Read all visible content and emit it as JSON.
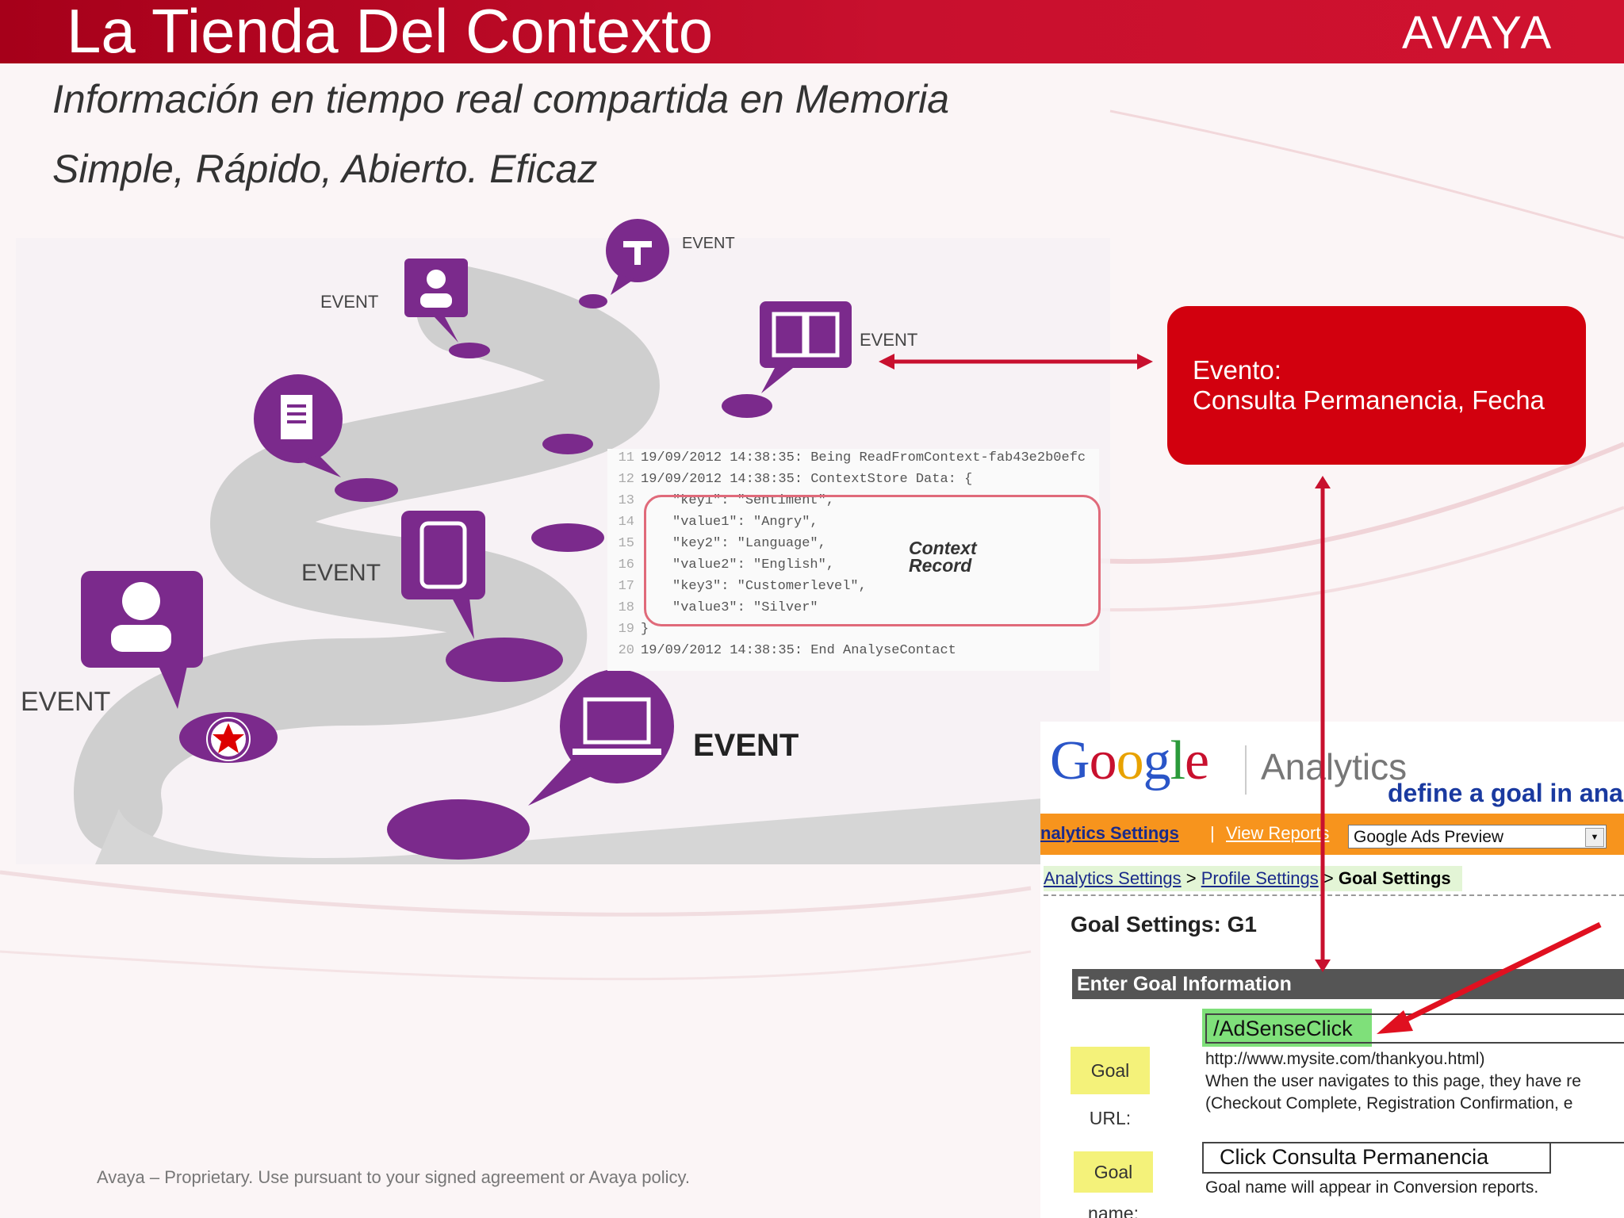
{
  "slide": {
    "title": "La Tienda Del Contexto",
    "logo": "AVAYA",
    "subtitle_1": "Información en tiempo real compartida en Memoria",
    "subtitle_2": "Simple, Rápido, Abierto. Eficaz",
    "footer": "Avaya – Proprietary. Use pursuant to your signed agreement or Avaya policy."
  },
  "journey": {
    "event_label": "EVENT",
    "icons": [
      "announcement-icon",
      "user-icon",
      "book-icon",
      "document-icon",
      "tablet-icon",
      "person-icon",
      "laptop-icon",
      "star-icon"
    ]
  },
  "log": {
    "lines": [
      {
        "no": "11",
        "text": "19/09/2012 14:38:35: Being ReadFromContext-fab43e2b0efc"
      },
      {
        "no": "12",
        "text": "19/09/2012 14:38:35: ContextStore Data: {"
      },
      {
        "no": "13",
        "text": "\"key1\": \"Sentiment\","
      },
      {
        "no": "14",
        "text": "\"value1\": \"Angry\","
      },
      {
        "no": "15",
        "text": "\"key2\": \"Language\","
      },
      {
        "no": "16",
        "text": "\"value2\": \"English\","
      },
      {
        "no": "17",
        "text": "\"key3\": \"Customerlevel\","
      },
      {
        "no": "18",
        "text": "\"value3\": \"Silver\""
      },
      {
        "no": "19",
        "text": "}"
      },
      {
        "no": "20",
        "text": "19/09/2012 14:38:35: End AnalyseContact"
      }
    ],
    "context_record_1": "Context",
    "context_record_2": "Record"
  },
  "callout": {
    "line1": "Evento:",
    "line2": "Consulta Permanencia, Fecha"
  },
  "analytics": {
    "google": "Google",
    "product": "Analytics",
    "define": "define a goal in ana",
    "nav_settings": "nalytics Settings",
    "nav_sep": "|",
    "nav_reports": "View Reports",
    "ads_preview": "Google Ads Preview",
    "crumb_1": "Analytics Settings",
    "crumb_2": "Profile Settings",
    "crumb_3": "Goal Settings",
    "crumb_sep": ">",
    "goal_settings": "Goal Settings: G1",
    "enter_goal": "Enter Goal Information",
    "goal_url_label": "Goal URL:",
    "goal_url_value": "/AdSenseClick",
    "url_example": "http://www.mysite.com/thankyou.html)",
    "url_help_1": "When the user navigates to this page, they have re",
    "url_help_2": "(Checkout Complete, Registration Confirmation, e",
    "goal_name_label": "Goal name:",
    "goal_name_value": "Click Consulta Permanencia",
    "goal_name_help": "Goal name will appear in Conversion reports."
  },
  "colors": {
    "brand_red": "#c8102e",
    "callout_red": "#d2000e",
    "purple": "#7b2a8c",
    "ga_orange": "#f7941d"
  }
}
